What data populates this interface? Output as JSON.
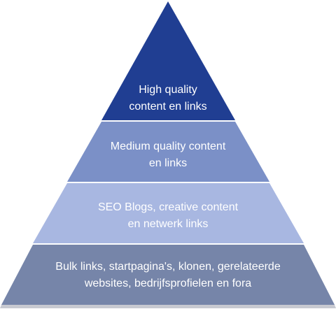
{
  "pyramid": {
    "tiers": [
      {
        "lines": [
          "High quality",
          "content en links"
        ],
        "color": "#203e92"
      },
      {
        "lines": [
          "Medium quality content",
          "en links"
        ],
        "color": "#7b90c7"
      },
      {
        "lines": [
          "SEO Blogs, creative content",
          "en netwerk links"
        ],
        "color": "#a8b7e1"
      },
      {
        "lines": [
          "Bulk links, startpagina's, klonen, gerelateerde",
          "websites, bedrijfsprofielen en fora"
        ],
        "color": "#7685a9"
      }
    ],
    "shadow_color": "#c7c9d1"
  }
}
